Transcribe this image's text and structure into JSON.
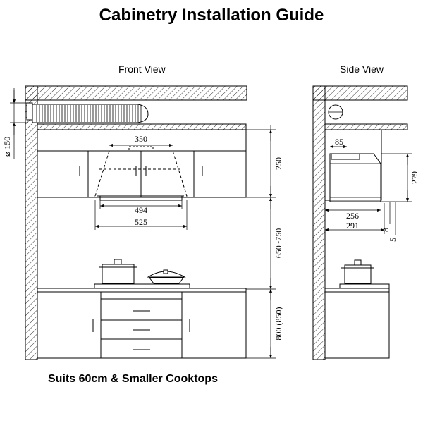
{
  "title": "Cabinetry Installation Guide",
  "front_view_label": "Front View",
  "side_view_label": "Side View",
  "footer": "Suits 60cm & Smaller Cooktops",
  "dimensions": {
    "duct": "⌀ 150",
    "hood_top_width": "350",
    "hood_inner_width": "494",
    "hood_outer_width": "525",
    "upper_cabinet_height": "250",
    "clearance": "650~750",
    "base_height": "800 (850)",
    "side_hood_top": "85",
    "side_hood_height": "279",
    "side_hood_inner": "256",
    "side_hood_outer": "291",
    "side_small_1": "8",
    "side_small_2": "5"
  }
}
